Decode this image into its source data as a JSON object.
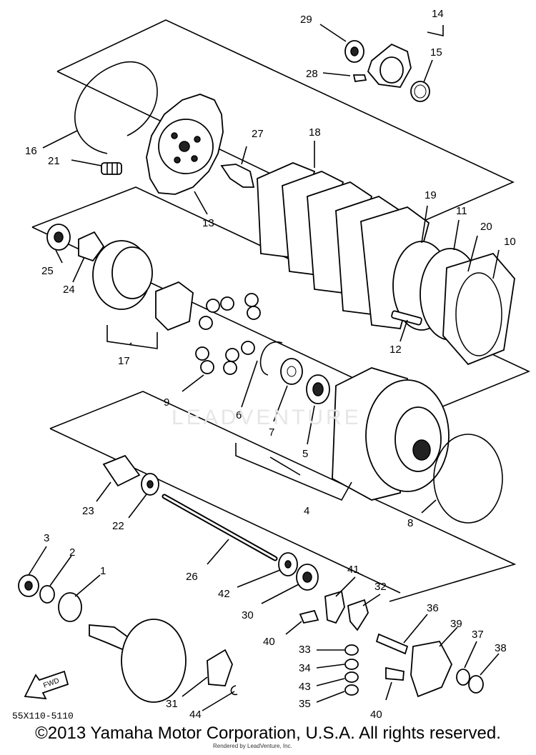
{
  "diagram": {
    "part_numbers": [
      "1",
      "2",
      "3",
      "4",
      "5",
      "6",
      "7",
      "8",
      "9",
      "10",
      "11",
      "12",
      "13",
      "14",
      "15",
      "16",
      "17",
      "18",
      "19",
      "20",
      "21",
      "22",
      "23",
      "24",
      "25",
      "26",
      "27",
      "28",
      "29",
      "30",
      "31",
      "32",
      "33",
      "34",
      "35",
      "36",
      "37",
      "38",
      "39",
      "40",
      "40",
      "41",
      "42",
      "43",
      "44"
    ],
    "direction_label": "FWD",
    "drawing_code": "55X110-5110",
    "watermark": "LEADVENTURE"
  },
  "footer": {
    "copyright": "©2013 Yamaha Motor Corporation, U.S.A. All rights reserved.",
    "credit": "Rendered by LeadVenture, Inc."
  }
}
